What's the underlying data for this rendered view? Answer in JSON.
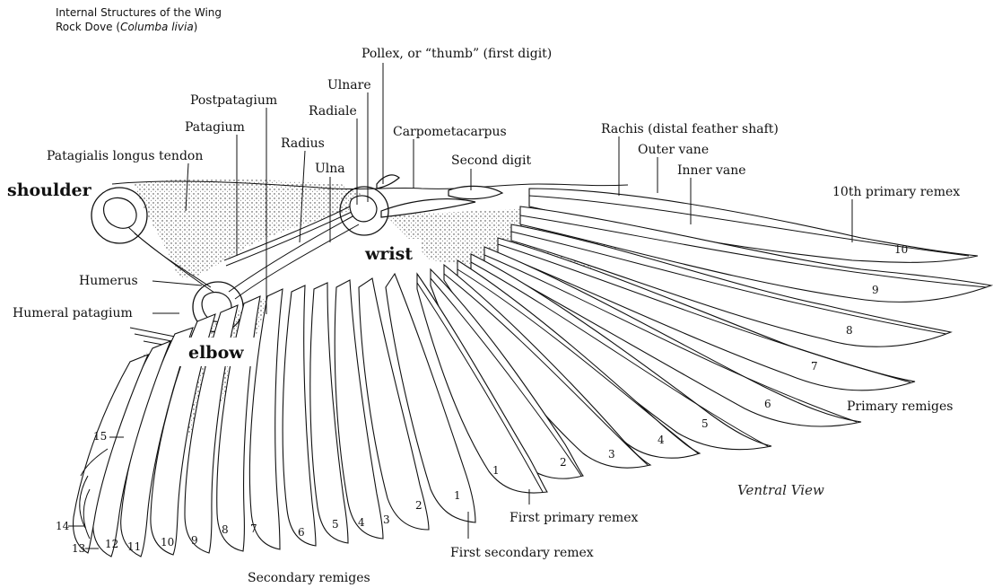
{
  "title": {
    "line1": "Internal Structures of the Wing",
    "line2_prefix": "Rock Dove (",
    "line2_species": "Columba livia",
    "line2_suffix": ")"
  },
  "joints": {
    "shoulder": "shoulder",
    "elbow": "elbow",
    "wrist": "wrist"
  },
  "labels": {
    "pollex": "Pollex, or “thumb” (first digit)",
    "ulnare": "Ulnare",
    "postpatagium": "Postpatagium",
    "radiale": "Radiale",
    "carpometacarpus": "Carpometacarpus",
    "patagium": "Patagium",
    "radius": "Radius",
    "patagialis": "Patagialis longus tendon",
    "second_digit": "Second digit",
    "ulna": "Ulna",
    "rachis": "Rachis (distal feather shaft)",
    "outer_vane": "Outer vane",
    "inner_vane": "Inner vane",
    "primary10": "10th primary remex",
    "humerus": "Humerus",
    "humeral_patagium": "Humeral patagium",
    "primary_remiges": "Primary remiges",
    "ventral_view": "Ventral View",
    "first_primary": "First primary remex",
    "first_secondary": "First secondary remex",
    "secondary_remiges": "Secondary remiges"
  },
  "primary_numbers": [
    "10",
    "9",
    "8",
    "7",
    "6",
    "5",
    "4",
    "3",
    "2",
    "1"
  ],
  "secondary_numbers": [
    "1",
    "2",
    "3",
    "4",
    "5",
    "6",
    "7",
    "8",
    "9",
    "10",
    "11",
    "12",
    "13",
    "14",
    "15"
  ]
}
